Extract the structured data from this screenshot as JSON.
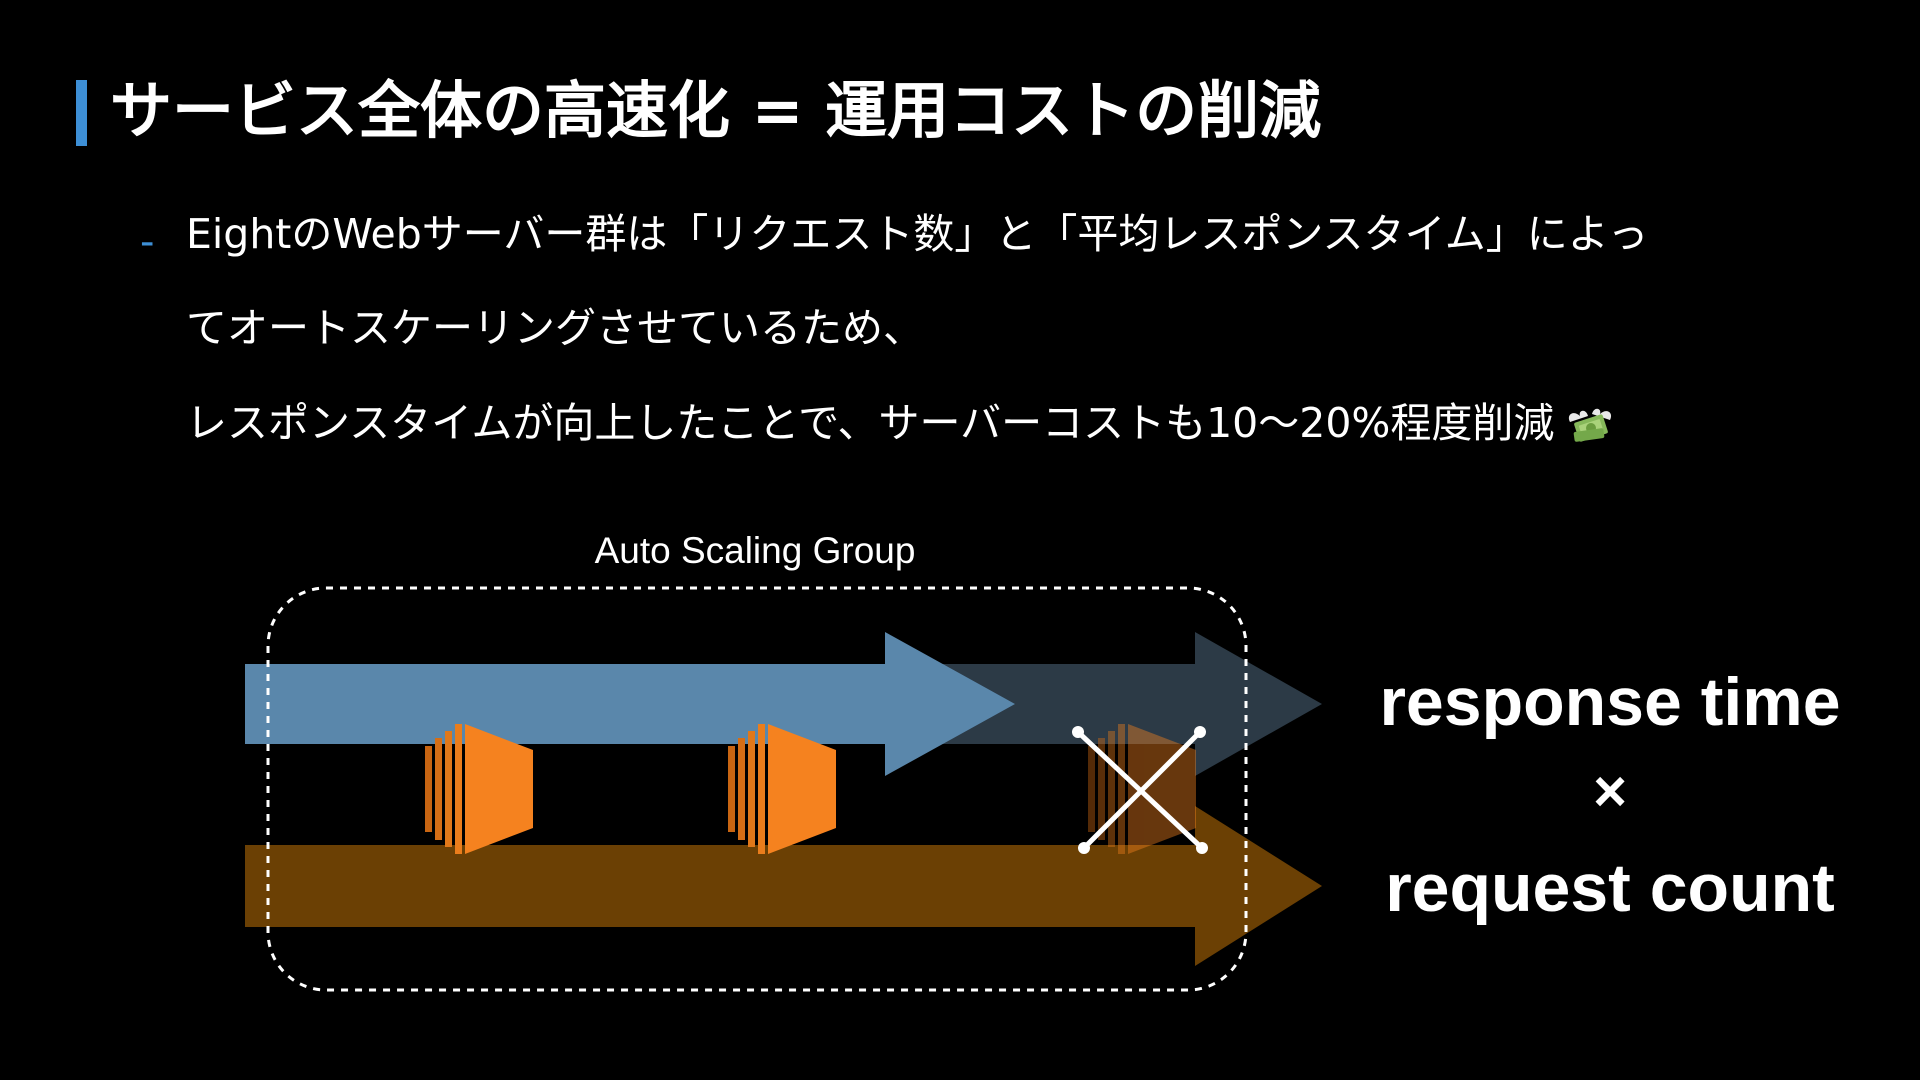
{
  "slide": {
    "title": "サービス全体の高速化 = 運用コストの削減",
    "bullet_marker": "-",
    "lines": [
      "EightのWebサーバー群は「リクエスト数」と「平均レスポンスタイム」によっ",
      "てオートスケーリングさせているため、",
      "レスポンスタイムが向上したことで、サーバーコストも10〜20%程度削減"
    ],
    "emoji_icon": "money-with-wings-icon"
  },
  "diagram": {
    "group_label": "Auto Scaling Group",
    "instance_icon": "ec2-instance-icon",
    "removed_mark_icon": "cross-icon",
    "metrics": {
      "line1": "response time",
      "operator": "×",
      "line2": "request count"
    },
    "colors": {
      "accent": "#3d8fd6",
      "response_arrow": "#5a87ab",
      "response_arrow_ghost": "#2c3a46",
      "request_arrow": "#6b4004",
      "instance": "#f5821f",
      "instance_dark": "#c86512"
    }
  }
}
